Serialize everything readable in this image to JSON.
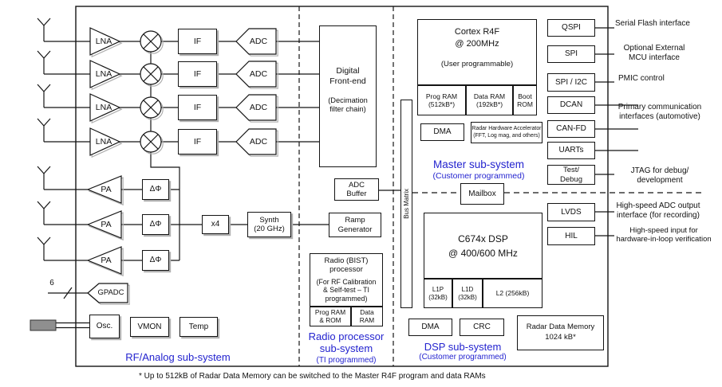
{
  "colors": {
    "subsystem_label_blue": "#2323cf",
    "line_black": "#141414",
    "shadow_gray": "#b0b0b0"
  },
  "footnote": "* Up to 512kB of Radar Data Memory can be switched to the Master R4F program and data RAMs",
  "rf_analog": {
    "label": "RF/Analog sub-system",
    "lna_label": "LNA",
    "pa_label": "PA",
    "if_label": "IF",
    "adc_label": "ADC",
    "phase_label": "ΔΦ",
    "multiplier_label": "x4",
    "synth_label": "Synth\n(20 GHz)",
    "gpadc_label": "GPADC",
    "adc_bus_width": "6",
    "osc_label": "Osc.",
    "vmon_label": "VMON",
    "temp_label": "Temp"
  },
  "digital_front_end": {
    "title": "Digital\nFront-end",
    "subtitle": "(Decimation\nfilter chain)"
  },
  "adc_buffer": {
    "label": "ADC\nBuffer"
  },
  "ramp_generator": {
    "label": "Ramp\nGenerator"
  },
  "bus_matrix": {
    "label": "Bus Matrix"
  },
  "radio_subsystem": {
    "label": "Radio processor\nsub-system",
    "label_note": "(TI programmed)",
    "processor_title": "Radio (BIST)\nprocessor",
    "processor_note": "(For RF Calibration\n& Self-test  – TI\nprogrammed)",
    "prog_ram_rom": "Prog RAM\n& ROM",
    "data_ram": "Data\nRAM"
  },
  "master_subsystem": {
    "label": "Master sub-system",
    "label_note": "(Customer programmed)",
    "cortex_title": "Cortex R4F\n@ 200MHz",
    "cortex_note": "(User programmable)",
    "prog_ram": "Prog RAM\n(512kB*)",
    "data_ram": "Data RAM\n(192kB*)",
    "boot_rom": "Boot\nROM",
    "dma_label": "DMA",
    "hw_accel_label": "Radar Hardware Accelerator\n(FFT, Log mag, and others)",
    "mailbox_label": "Mailbox"
  },
  "dsp_subsystem": {
    "label": "DSP sub-system",
    "label_note": "(Customer programmed)",
    "dsp_title": "C674x DSP\n@ 400/600 MHz",
    "l1p": "L1P\n(32kB)",
    "l1d": "L1D\n(32kB)",
    "l2": "L2 (256kB)",
    "dma_label": "DMA",
    "crc_label": "CRC",
    "radar_data_memory": "Radar Data Memory\n1024 kB*"
  },
  "interfaces": {
    "qspi": "QSPI",
    "spi": "SPI",
    "spi_i2c": "SPI / I2C",
    "dcan": "DCAN",
    "can_fd": "CAN-FD",
    "uarts": "UARTs",
    "test_debug": "Test/\nDebug",
    "lvds": "LVDS",
    "hil": "HIL"
  },
  "annotations": {
    "qspi": "Serial Flash interface",
    "spi": "Optional External\nMCU interface",
    "pmic": "PMIC control",
    "can": "Primary communication\ninterfaces (automotive)",
    "jtag": "JTAG for debug/\ndevelopment",
    "lvds": "High-speed ADC output\ninterface (for recording)",
    "hil": "High-speed input for\nhardware-in-loop verification"
  }
}
